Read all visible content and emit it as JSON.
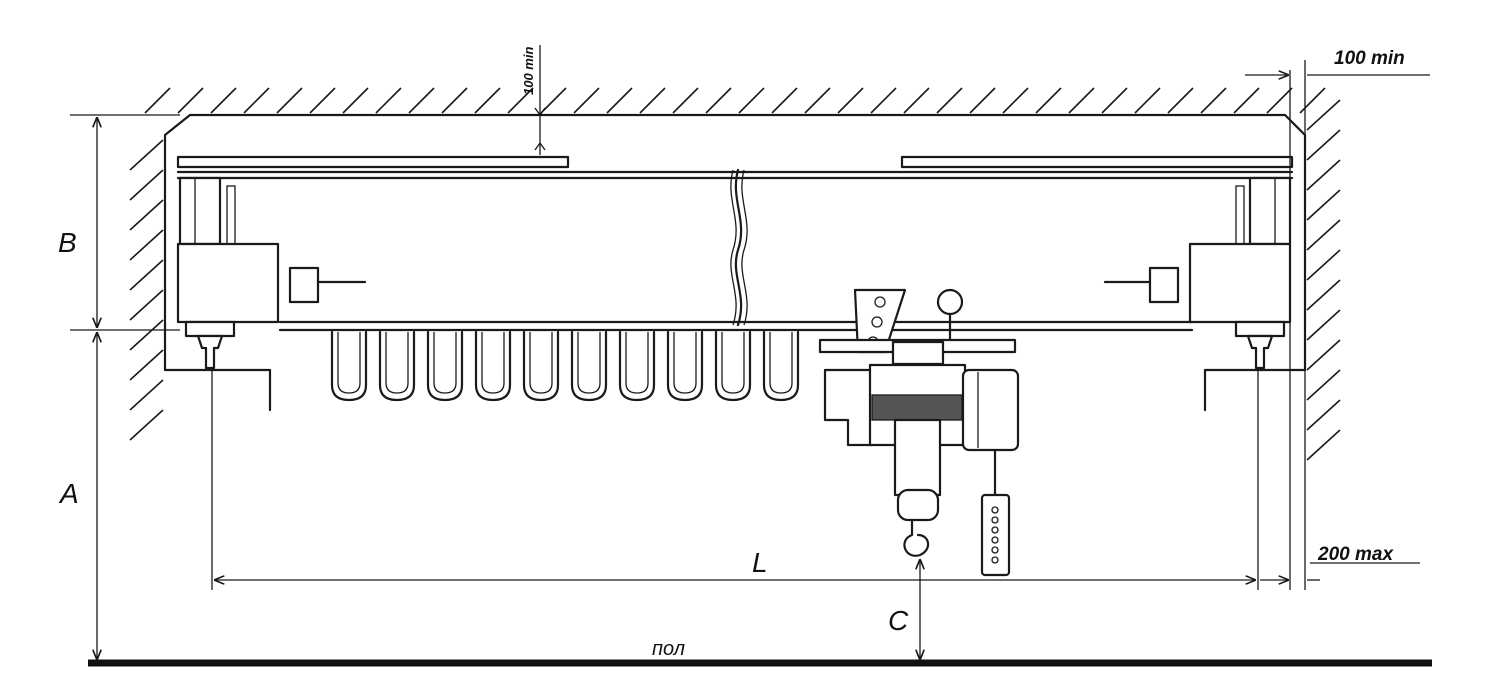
{
  "labels": {
    "top_clearance": "100 min",
    "side_clearance": "100 min",
    "B": "B",
    "A": "A",
    "L": "L",
    "C": "C",
    "overhang": "200 max",
    "floor": "пол"
  }
}
